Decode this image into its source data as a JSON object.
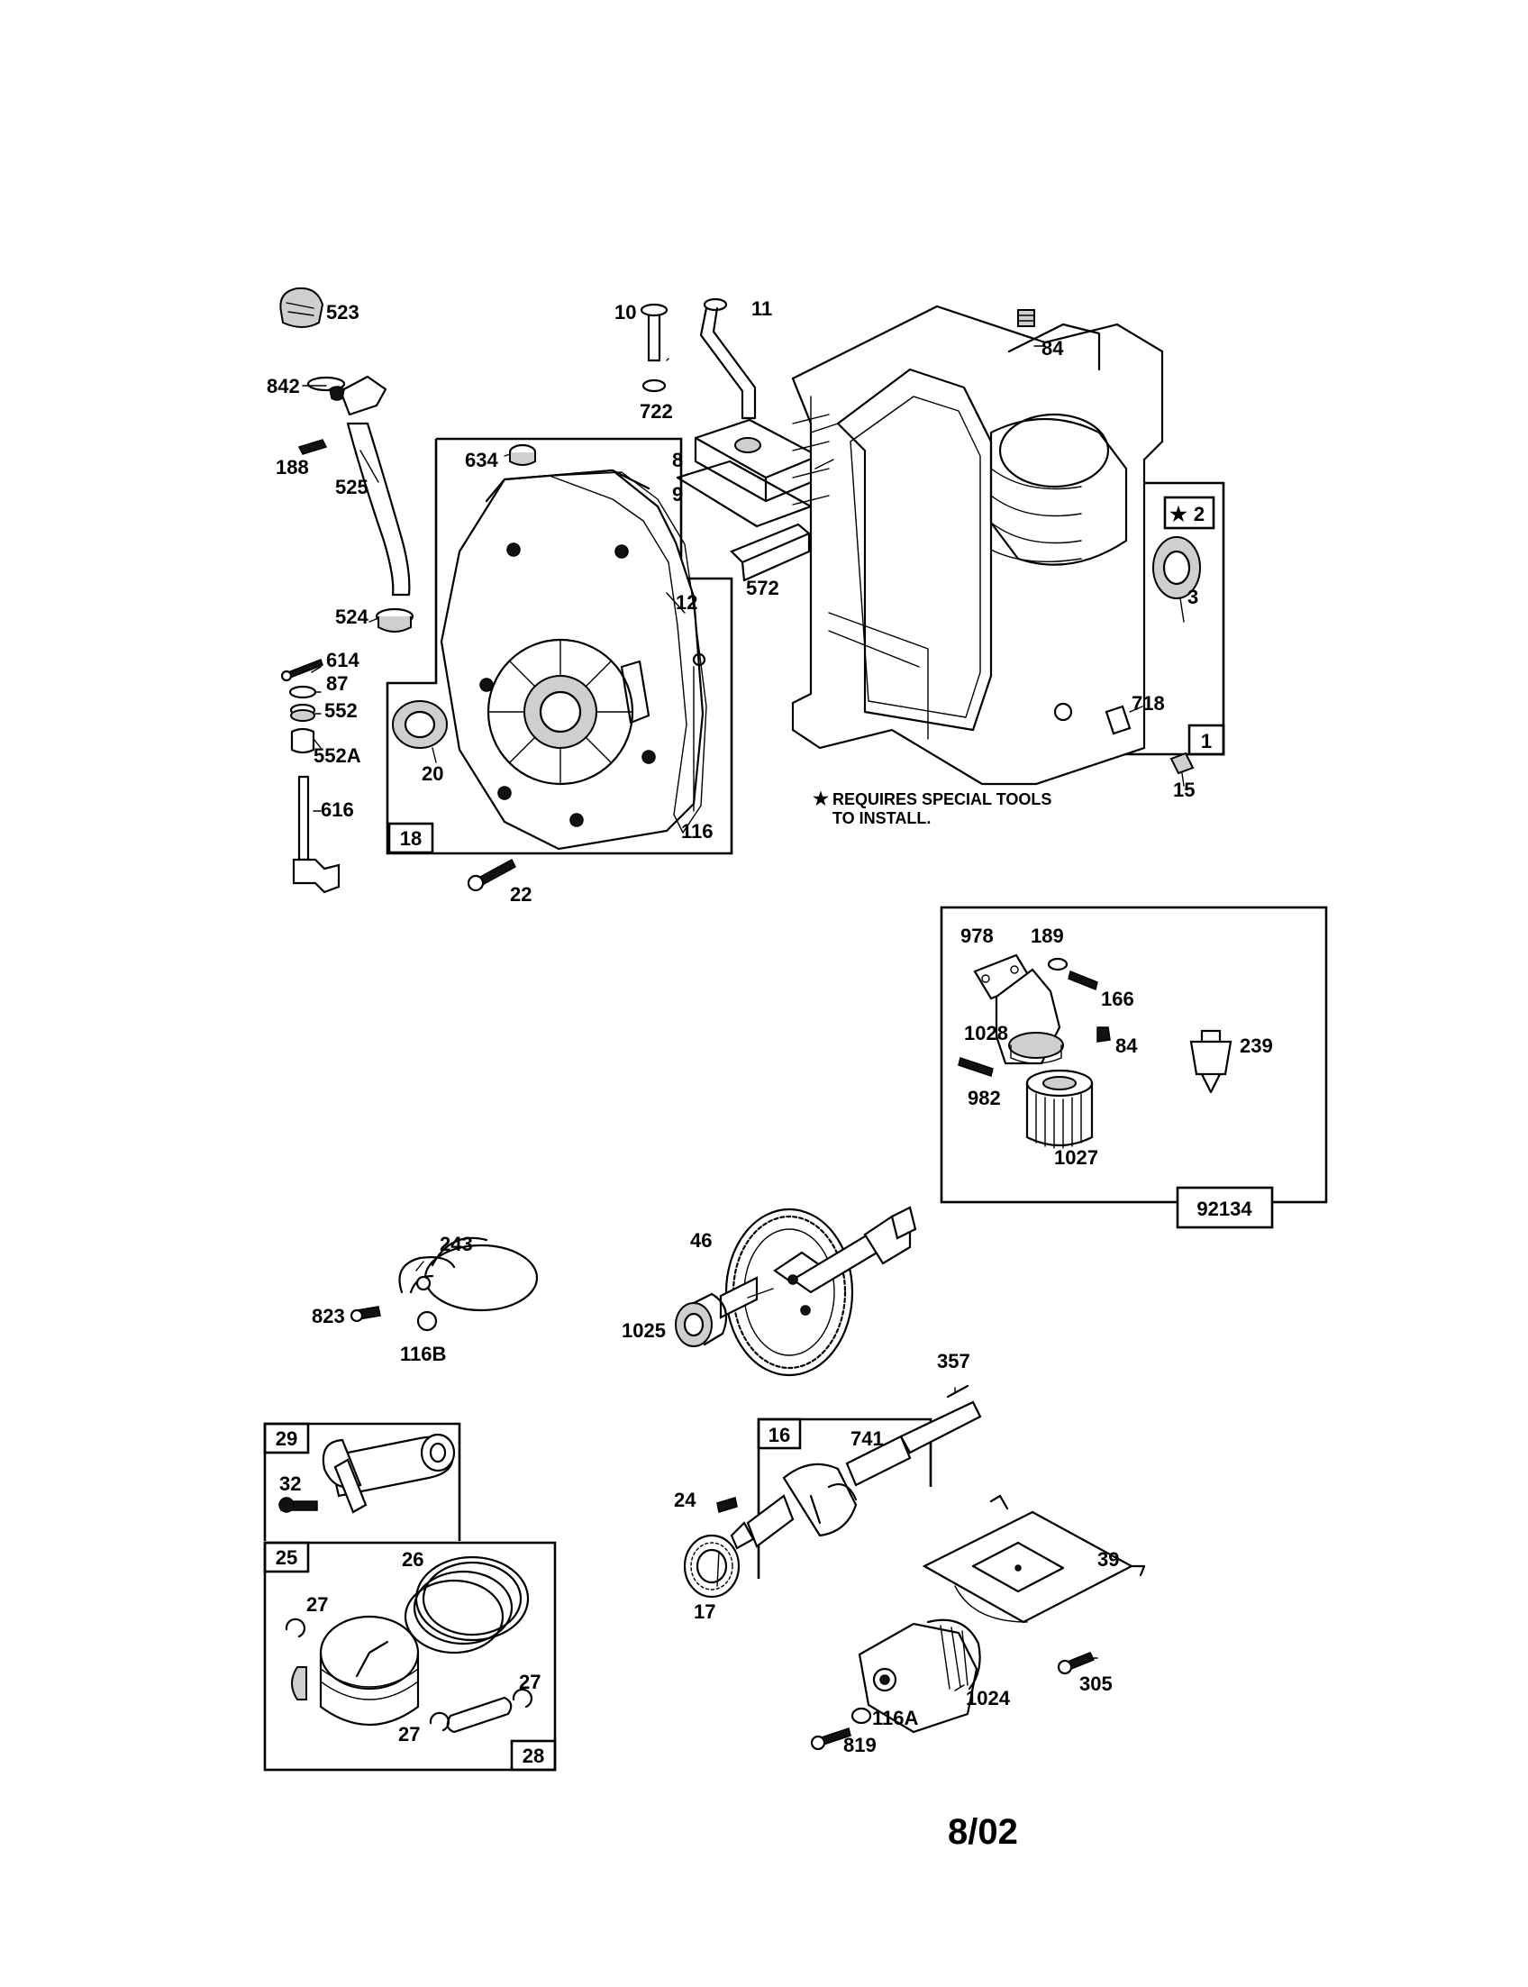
{
  "date_code": "8/02",
  "note_line1": "REQUIRES SPECIAL TOOLS",
  "note_line2": "TO INSTALL.",
  "special_tools_marker": "★",
  "kit_labels": {
    "k1": "1",
    "k2": "2",
    "k18": "18",
    "k16": "16",
    "k25": "25",
    "k28": "28",
    "k29": "29",
    "k92134": "92134"
  },
  "callouts": {
    "p523": "523",
    "p842": "842",
    "p188": "188",
    "p525": "525",
    "p524": "524",
    "p614": "614",
    "p87": "87",
    "p552": "552",
    "p552A": "552A",
    "p616": "616",
    "p634": "634",
    "p12": "12",
    "p20": "20",
    "p116": "116",
    "p22": "22",
    "p10": "10",
    "p722": "722",
    "p11": "11",
    "p8": "8",
    "p9": "9",
    "p572": "572",
    "p84a": "84",
    "p3": "3",
    "p718": "718",
    "p15": "15",
    "p978": "978",
    "p189": "189",
    "p166": "166",
    "p1028": "1028",
    "p84b": "84",
    "p239": "239",
    "p982": "982",
    "p1027": "1027",
    "p243": "243",
    "p823": "823",
    "p116B": "116B",
    "p46": "46",
    "p1025": "1025",
    "p357": "357",
    "p741": "741",
    "p24": "24",
    "p17": "17",
    "p39": "39",
    "p305": "305",
    "p1024": "1024",
    "p116A": "116A",
    "p819": "819",
    "p32": "32",
    "p26": "26",
    "p27a": "27",
    "p27b": "27",
    "p27c": "27"
  }
}
